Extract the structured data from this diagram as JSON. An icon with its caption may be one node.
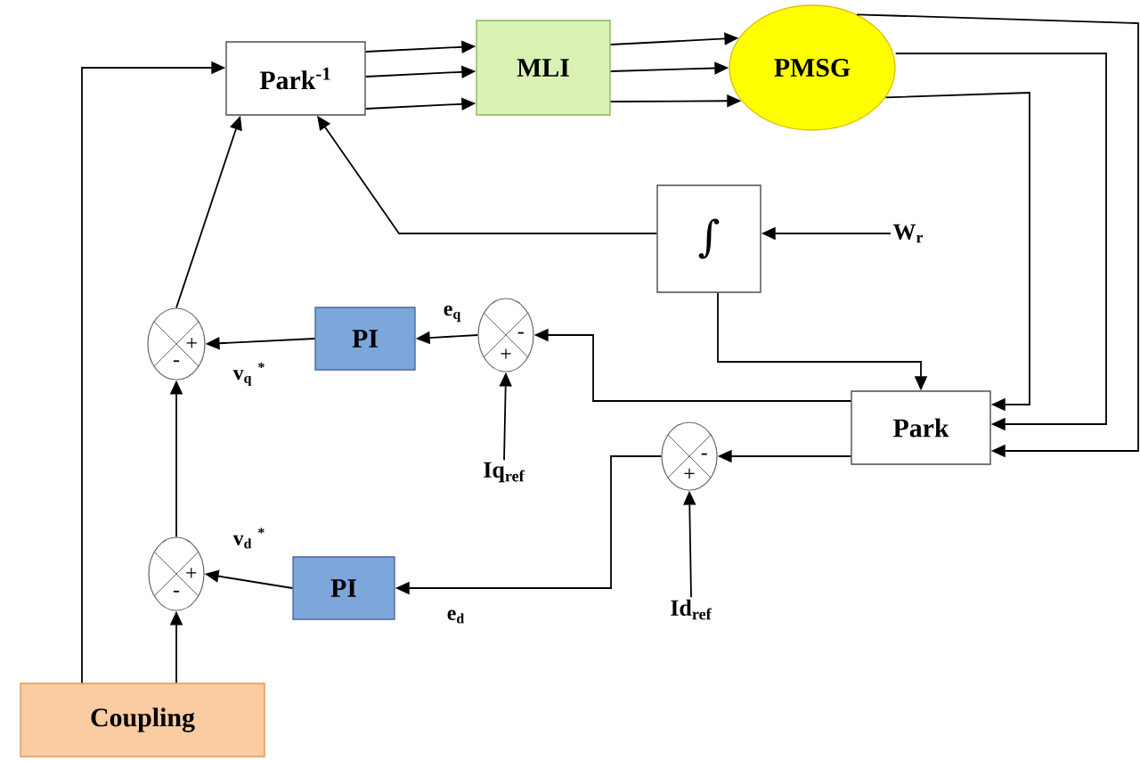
{
  "diagram": {
    "nodes": [
      {
        "text": [
          "Park$^{-1}$"
        ]
      },
      {
        "text": [
          "MLI"
        ]
      },
      {
        "text": [
          "PMSG"
        ]
      },
      {
        "text": [
          "∫"
        ]
      },
      {
        "text": [
          "W$_{r}$"
        ]
      },
      {
        "text": [
          "Park"
        ]
      },
      {
        "text": [
          "-",
          "+"
        ]
      },
      {
        "text": [
          "PI"
        ]
      },
      {
        "text": [
          "+",
          "-"
        ]
      },
      {
        "text": [
          "Iq$_{ref}$"
        ]
      },
      {
        "text": [
          "-",
          "+"
        ]
      },
      {
        "text": [
          "Id$_{ref}$"
        ]
      },
      {
        "text": [
          "PI"
        ]
      },
      {
        "text": [
          "+",
          "-"
        ]
      },
      {
        "text": [
          "Coupling"
        ]
      }
    ],
    "edges": [
      {
        "from": 14,
        "to": 0,
        "arrow": "to"
      },
      {
        "from": 8,
        "to": 0,
        "arrow": "to"
      },
      {
        "from": 3,
        "to": 0,
        "arrow": "to"
      },
      {
        "from": 0,
        "to": 1,
        "arrow": "to"
      },
      {
        "from": 0,
        "to": 1,
        "arrow": "to"
      },
      {
        "from": 0,
        "to": 1,
        "arrow": "to"
      },
      {
        "from": 1,
        "to": 2,
        "arrow": "to"
      },
      {
        "from": 1,
        "to": 2,
        "arrow": "to"
      },
      {
        "from": 1,
        "to": 2,
        "arrow": "to"
      },
      {
        "from": 2,
        "to": 5,
        "arrow": "to"
      },
      {
        "from": 2,
        "to": 5,
        "arrow": "to"
      },
      {
        "from": 2,
        "to": 5,
        "arrow": "to"
      },
      {
        "from": 4,
        "to": 3,
        "arrow": "to"
      },
      {
        "from": 3,
        "to": 5,
        "arrow": "to"
      },
      {
        "from": 5,
        "to": 6,
        "arrow": "to"
      },
      {
        "from": 5,
        "to": 10,
        "arrow": "to"
      },
      {
        "from": 9,
        "to": 6,
        "arrow": "to"
      },
      {
        "from": 6,
        "to": 7,
        "arrow": "to",
        "label": "e$_{q}$"
      },
      {
        "from": 7,
        "to": 8,
        "arrow": "to",
        "label": "v$_{q}$ $^{*}$"
      },
      {
        "from": 13,
        "to": 8,
        "arrow": "to"
      },
      {
        "from": 10,
        "to": 12,
        "arrow": "to",
        "label": "e$_{d}$"
      },
      {
        "from": 11,
        "to": 10,
        "arrow": "to"
      },
      {
        "from": 12,
        "to": 13,
        "arrow": "to",
        "label": "v$_{d}$ $^{*}$"
      },
      {
        "from": 14,
        "to": 13,
        "arrow": "to"
      }
    ]
  }
}
